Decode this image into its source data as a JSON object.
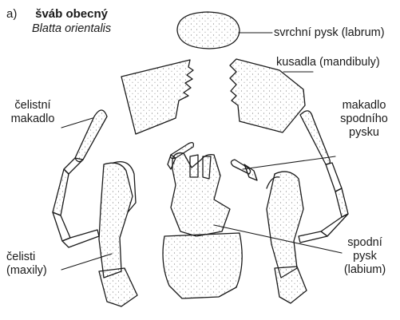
{
  "panel_letter": "a)",
  "title": {
    "common_name": "šváb obecný",
    "latin_name": "Blatta orientalis"
  },
  "labels": {
    "labrum": "svrchní pysk (labrum)",
    "mandibles": "kusadla (mandibuly)",
    "maxillary_palp": [
      "čelistní",
      "makadlo"
    ],
    "labial_palp": [
      "makadlo",
      "spodního",
      "pysku"
    ],
    "maxillae": [
      "čelisti",
      "(maxily)"
    ],
    "labium": [
      "spodní",
      "pysk",
      "(labium)"
    ]
  },
  "colors": {
    "ink": "#1a1a1a",
    "background": "#ffffff"
  }
}
